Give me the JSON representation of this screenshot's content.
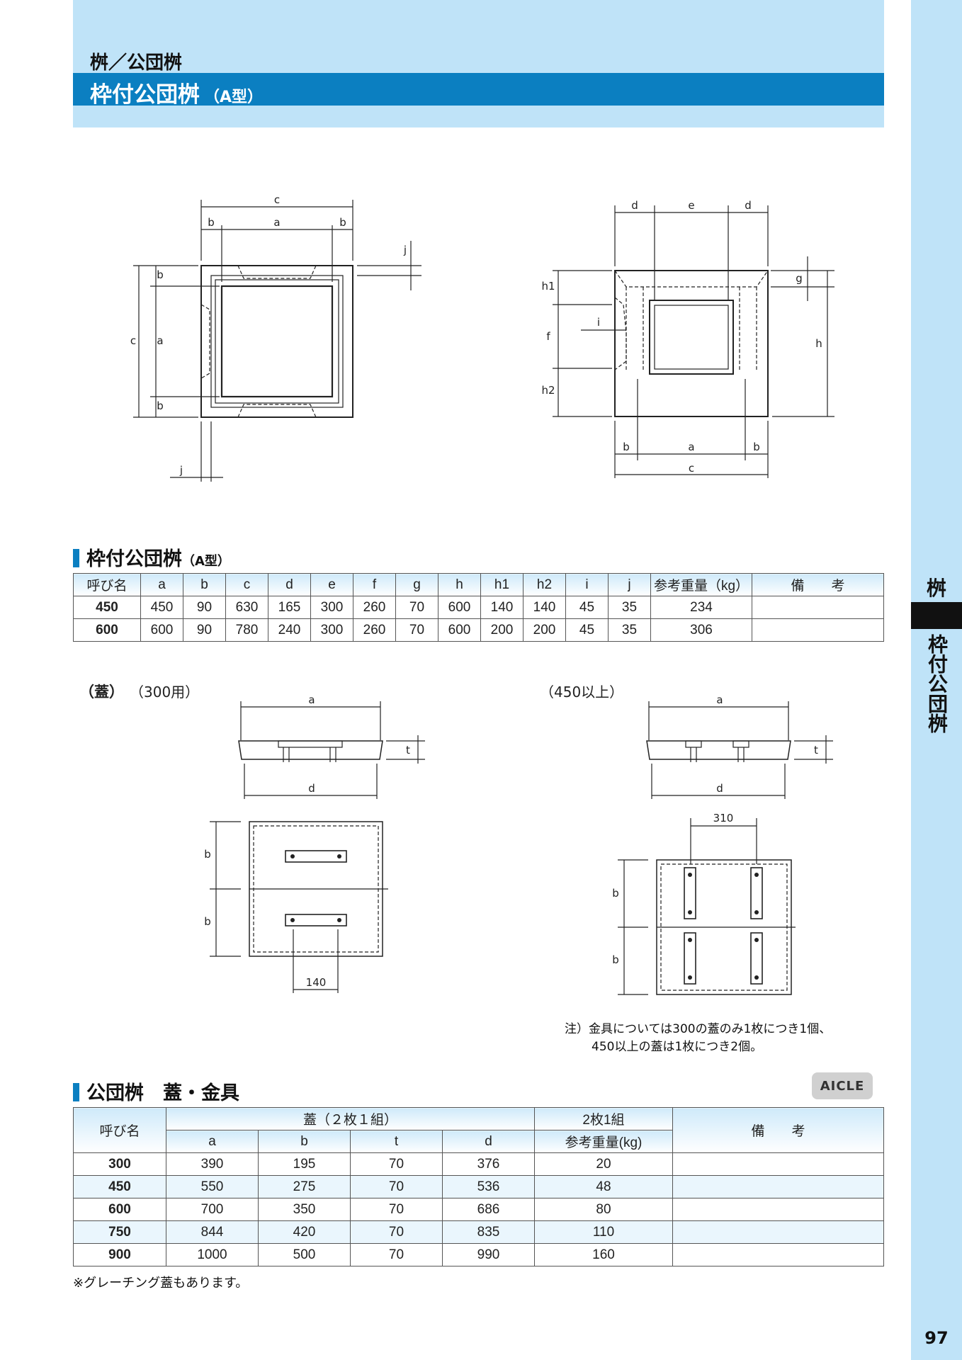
{
  "header": {
    "breadcrumb": "桝／公団桝",
    "title": "枠付公団桝",
    "title_sub": "（A型）"
  },
  "side": {
    "tab1": "桝",
    "tab2": "枠付公団桝",
    "page_number": "97"
  },
  "drawing_labels": {
    "a": "a",
    "b": "b",
    "c": "c",
    "d": "d",
    "e": "e",
    "f": "f",
    "g": "g",
    "h": "h",
    "i": "i",
    "j": "j",
    "t": "t",
    "h1": "h1",
    "h2": "h2",
    "dim_140": "140",
    "dim_310": "310"
  },
  "table1": {
    "title": "枠付公団桝",
    "title_sub": "（A型）",
    "headers": [
      "呼び名",
      "a",
      "b",
      "c",
      "d",
      "e",
      "f",
      "g",
      "h",
      "h1",
      "h2",
      "i",
      "j",
      "参考重量（kg）",
      "備　　考"
    ],
    "rows": [
      [
        "450",
        "450",
        "90",
        "630",
        "165",
        "300",
        "260",
        "70",
        "600",
        "140",
        "140",
        "45",
        "35",
        "234",
        ""
      ],
      [
        "600",
        "600",
        "90",
        "780",
        "240",
        "300",
        "260",
        "70",
        "600",
        "200",
        "200",
        "45",
        "35",
        "306",
        ""
      ]
    ]
  },
  "lid": {
    "label": "（蓋）",
    "left_caption": "（300用）",
    "right_caption": "（450以上）",
    "note_line1": "注）金具については300の蓋のみ1枚につき1個、",
    "note_line2": "450以上の蓋は1枚につき2個。"
  },
  "table2": {
    "title": "公団桝　蓋・金具",
    "logo": "AICLE",
    "col_name": "呼び名",
    "group": "蓋（２枚１組）",
    "sub": [
      "a",
      "b",
      "t",
      "d"
    ],
    "weight_top": "2枚1組",
    "weight_bottom": "参考重量(kg)",
    "remarks": "備　　考",
    "rows": [
      [
        "300",
        "390",
        "195",
        "70",
        "376",
        "20",
        ""
      ],
      [
        "450",
        "550",
        "275",
        "70",
        "536",
        "48",
        ""
      ],
      [
        "600",
        "700",
        "350",
        "70",
        "686",
        "80",
        ""
      ],
      [
        "750",
        "844",
        "420",
        "70",
        "835",
        "110",
        ""
      ],
      [
        "900",
        "1000",
        "500",
        "70",
        "990",
        "160",
        ""
      ]
    ],
    "footnote": "※グレーチング蓋もあります。"
  }
}
